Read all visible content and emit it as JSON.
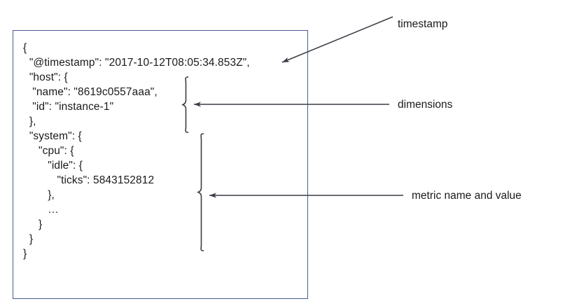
{
  "diagram": {
    "title_text": "",
    "code_block": {
      "language": "json",
      "lines": [
        "{",
        "  \"@timestamp\": \"2017-10-12T08:05:34.853Z\",",
        "  \"host\": {",
        "   \"name\": \"8619c0557aaa\",",
        "   \"id\": \"instance-1\"",
        "  },",
        "  \"system\": {",
        "     \"cpu\": {",
        "        \"idle\": {",
        "           \"ticks\": 5843152812",
        "        },",
        "        …",
        "     }",
        "  }",
        "}"
      ],
      "text": "{\n  \"@timestamp\": \"2017-10-12T08:05:34.853Z\",\n  \"host\": {\n   \"name\": \"8619c0557aaa\",\n   \"id\": \"instance-1\"\n  },\n  \"system\": {\n     \"cpu\": {\n        \"idle\": {\n           \"ticks\": 5843152812\n        },\n        …\n     }\n  }\n}"
    },
    "fields": {
      "timestamp_key": "@timestamp",
      "timestamp_value": "2017-10-12T08:05:34.853Z",
      "host_name_key": "name",
      "host_name_value": "8619c0557aaa",
      "host_id_key": "id",
      "host_id_value": "instance-1",
      "metric_path": "system.cpu.idle.ticks",
      "metric_value": "5843152812",
      "ellipsis": "…"
    },
    "annotations": [
      {
        "id": "timestamp",
        "label": "timestamp"
      },
      {
        "id": "dimensions",
        "label": "dimensions"
      },
      {
        "id": "metric",
        "label": "metric name and value"
      }
    ],
    "colors": {
      "box_border": "#4a5d8f",
      "text": "#1a1a1a",
      "annotation_line": "#3c3c46",
      "background": "#ffffff"
    }
  }
}
